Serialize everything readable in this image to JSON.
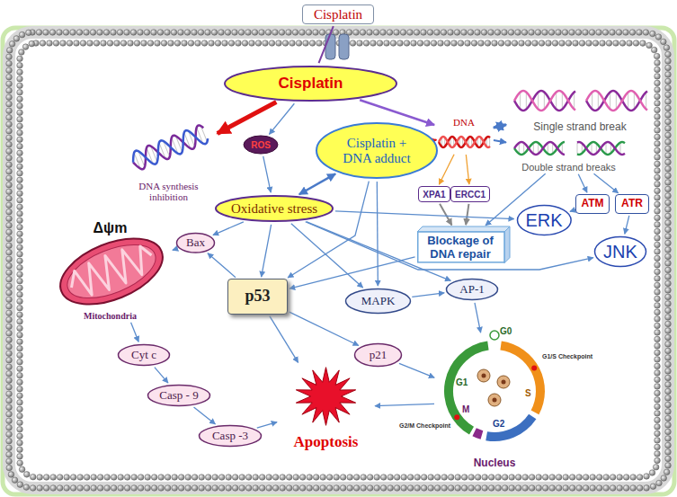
{
  "diagram": {
    "nodes": [
      {
        "text": [
          "Cisplatin"
        ]
      },
      {
        "text": [
          "Cisplatin"
        ]
      },
      {
        "text": [
          "DNA synthesis inhibition"
        ]
      },
      {
        "text": [
          "DNA"
        ]
      },
      {
        "text": [
          "Single strand break"
        ]
      },
      {
        "text": [
          "Double strand breaks"
        ]
      },
      {
        "text": [
          "ROS"
        ]
      },
      {
        "text": [
          "Cisplatin + DNA adduct"
        ]
      },
      {
        "text": [
          "XPA1"
        ]
      },
      {
        "text": [
          "ERCC1"
        ]
      },
      {
        "text": [
          "Blockage of DNA repair"
        ]
      },
      {
        "text": [
          "Oxidative stress"
        ]
      },
      {
        "text": [
          "ERK"
        ]
      },
      {
        "text": [
          "ATM"
        ]
      },
      {
        "text": [
          "ATR"
        ]
      },
      {
        "text": [
          "JNK"
        ]
      },
      {
        "text": [
          "Bax"
        ]
      },
      {
        "text": [
          "p53"
        ]
      },
      {
        "text": [
          "MAPK"
        ]
      },
      {
        "text": [
          "AP-1"
        ]
      },
      {
        "text": [
          "Δψm",
          "Mitochondria"
        ]
      },
      {
        "text": [
          "p21"
        ]
      },
      {
        "text": [
          "Cyt c"
        ]
      },
      {
        "text": [
          "Casp - 9"
        ]
      },
      {
        "text": [
          "Casp -3"
        ]
      },
      {
        "text": [
          "Apoptosis"
        ]
      },
      {
        "text": [
          "Nucleus"
        ]
      }
    ],
    "edges": [
      {
        "from": 0,
        "to": 1,
        "arrow": "none"
      },
      {
        "from": 1,
        "to": 2,
        "arrow": "to"
      },
      {
        "from": 1,
        "to": 3,
        "arrow": "to"
      },
      {
        "from": 1,
        "to": 6,
        "arrow": "to"
      },
      {
        "from": 6,
        "to": 11,
        "arrow": "to"
      },
      {
        "from": 3,
        "to": 7,
        "arrow": "to"
      },
      {
        "from": 3,
        "to": 4,
        "arrow": "both"
      },
      {
        "from": 3,
        "to": 5,
        "arrow": "to"
      },
      {
        "from": 7,
        "to": 11,
        "arrow": "both"
      },
      {
        "from": 3,
        "to": 8,
        "arrow": "to"
      },
      {
        "from": 3,
        "to": 9,
        "arrow": "to"
      },
      {
        "from": 8,
        "to": 10,
        "arrow": "to"
      },
      {
        "from": 9,
        "to": 10,
        "arrow": "to"
      },
      {
        "from": 5,
        "to": 10,
        "arrow": "to"
      },
      {
        "from": 5,
        "to": 13,
        "arrow": "to"
      },
      {
        "from": 5,
        "to": 14,
        "arrow": "to"
      },
      {
        "from": 13,
        "to": 12,
        "arrow": "to"
      },
      {
        "from": 14,
        "to": 15,
        "arrow": "to"
      },
      {
        "from": 11,
        "to": 12,
        "arrow": "to"
      },
      {
        "from": 11,
        "to": 15,
        "arrow": "to"
      },
      {
        "from": 11,
        "to": 16,
        "arrow": "to"
      },
      {
        "from": 11,
        "to": 17,
        "arrow": "to"
      },
      {
        "from": 11,
        "to": 18,
        "arrow": "to"
      },
      {
        "from": 11,
        "to": 19,
        "arrow": "to"
      },
      {
        "from": 7,
        "to": 17,
        "arrow": "to"
      },
      {
        "from": 7,
        "to": 18,
        "arrow": "to"
      },
      {
        "from": 10,
        "to": 17,
        "arrow": "to"
      },
      {
        "from": 17,
        "to": 16,
        "arrow": "to"
      },
      {
        "from": 16,
        "to": 20,
        "arrow": "to"
      },
      {
        "from": 20,
        "to": 22,
        "arrow": "to"
      },
      {
        "from": 22,
        "to": 23,
        "arrow": "to"
      },
      {
        "from": 23,
        "to": 24,
        "arrow": "to"
      },
      {
        "from": 24,
        "to": 25,
        "arrow": "to"
      },
      {
        "from": 17,
        "to": 21,
        "arrow": "to"
      },
      {
        "from": 21,
        "to": 26,
        "arrow": "to"
      },
      {
        "from": 18,
        "to": 19,
        "arrow": "to"
      },
      {
        "from": 19,
        "to": 26,
        "arrow": "to"
      },
      {
        "from": 26,
        "to": 25,
        "arrow": "to"
      },
      {
        "from": 17,
        "to": 25,
        "arrow": "to"
      }
    ],
    "labels": [
      "G0",
      "G1",
      "S",
      "G2",
      "M",
      "G1/S Checkpoint",
      "G2/M Checkpoint"
    ]
  }
}
